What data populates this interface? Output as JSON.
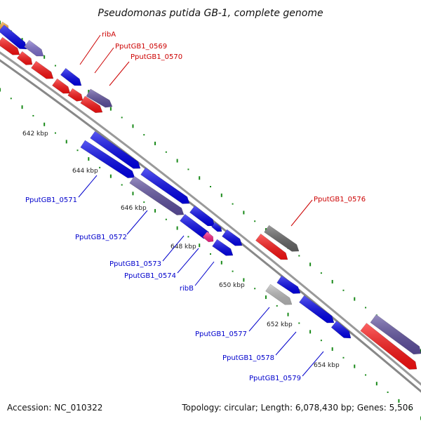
{
  "title": "Pseudomonas putida GB-1, complete genome",
  "footer": {
    "accession": "Accession: NC_010322",
    "summary": "Topology: circular; Length: 6,078,430 bp; Genes: 5,506"
  },
  "ticks": [
    "642 kbp",
    "644 kbp",
    "646 kbp",
    "648 kbp",
    "650 kbp",
    "652 kbp",
    "654 kbp"
  ],
  "labels": {
    "ribA": "ribA",
    "g0569": "PputGB1_0569",
    "g0570": "PputGB1_0570",
    "g0571": "PputGB1_0571",
    "g0572": "PputGB1_0572",
    "g0573": "PputGB1_0573",
    "g0574": "PputGB1_0574",
    "ribB": "ribB",
    "g0576": "PputGB1_0576",
    "g0577": "PputGB1_0577",
    "g0578": "PputGB1_0578",
    "g0579": "PputGB1_0579"
  },
  "colors": {
    "blue": "#0000ee",
    "red": "#ff1111",
    "purple": "#5e4fa0",
    "lavender": "#8070d0",
    "gray": "#666666",
    "lightgray": "#bbbbbb",
    "magenta": "#ff2288",
    "orange": "#ffaa33",
    "dots": "#1a8a1a",
    "backbone": "#999999"
  }
}
